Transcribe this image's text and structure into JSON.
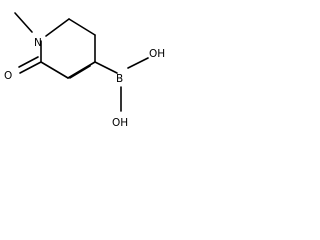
{
  "structure": {
    "atom_labels": {
      "nitrogen": "N",
      "oxygen": "O",
      "boron": "B",
      "hydroxyl_top": "OH",
      "hydroxyl_bottom": "OH"
    }
  }
}
